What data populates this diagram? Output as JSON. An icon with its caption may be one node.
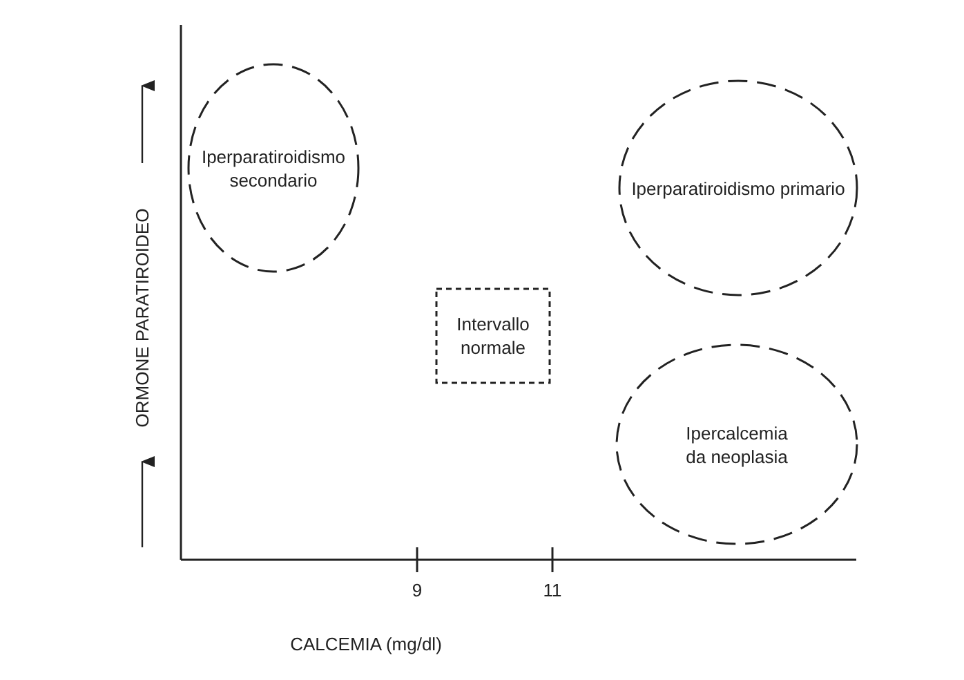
{
  "diagram": {
    "nodes": [
      {
        "text": [
          "Iperparatiroidismo secondario"
        ]
      },
      {
        "text": [
          "Intervallo normale"
        ]
      },
      {
        "text": [
          "Iperparatiroidismo primario"
        ]
      },
      {
        "text": [
          "Ipercalcemia da neoplasia"
        ]
      }
    ],
    "labels": [
      "ORMONE PARATIROIDEO",
      "9",
      "11",
      "CALCEMIA (mg/dl)"
    ]
  }
}
